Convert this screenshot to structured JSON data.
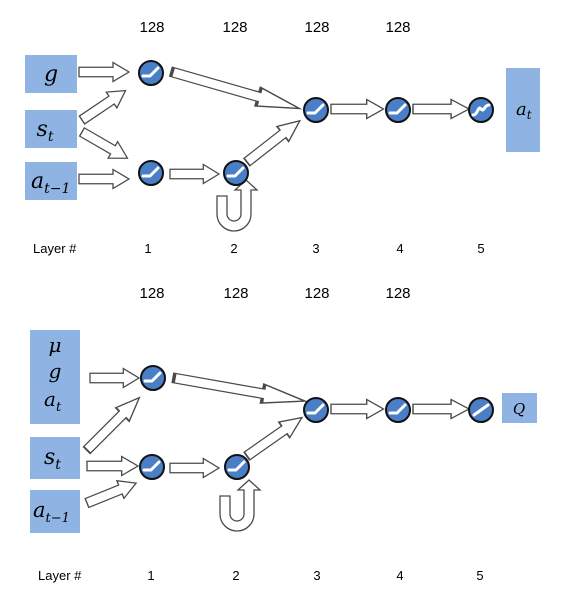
{
  "actor": {
    "layer_sizes": [
      "128",
      "128",
      "128",
      "128"
    ],
    "layer_label": "Layer #",
    "layer_numbers": [
      "1",
      "2",
      "3",
      "4",
      "5"
    ],
    "inputs": {
      "goal": "g",
      "state_base": "s",
      "state_sub": "t",
      "prev_action_base": "a",
      "prev_action_sub": "t−1"
    },
    "output": {
      "base": "a",
      "sub": "t"
    }
  },
  "critic": {
    "layer_sizes": [
      "128",
      "128",
      "128",
      "128"
    ],
    "layer_label": "Layer #",
    "layer_numbers": [
      "1",
      "2",
      "3",
      "4",
      "5"
    ],
    "inputs": {
      "mu": "μ",
      "goal": "g",
      "action_base": "a",
      "action_sub": "t",
      "state_base": "s",
      "state_sub": "t",
      "prev_action_base": "a",
      "prev_action_sub": "t−1"
    },
    "output": "Q"
  },
  "colors": {
    "input_box": "#8fb4e3",
    "node_fill": "#4a7fc8",
    "arrow_stroke": "#4a4a4a"
  },
  "icons": {
    "relu": "relu-activation-icon",
    "tanh": "tanh-activation-icon",
    "linear": "linear-activation-icon",
    "recurrent": "recurrent-loop-arrow-icon"
  }
}
